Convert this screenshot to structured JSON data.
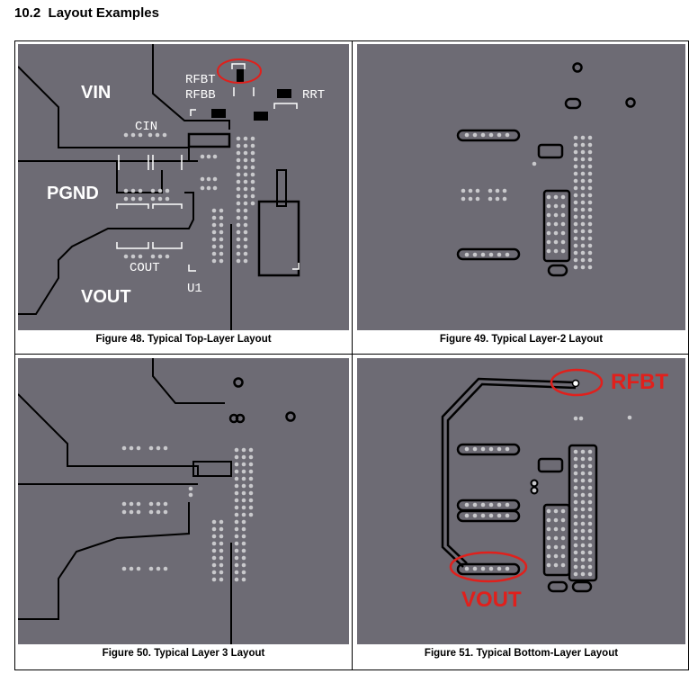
{
  "section": {
    "number": "10.2",
    "title": "Layout Examples"
  },
  "figures": [
    {
      "caption": "Figure 48. Typical Top-Layer Layout",
      "labels": {
        "vin": "VIN",
        "pgnd": "PGND",
        "vout": "VOUT",
        "cin": "CIN",
        "cout": "COUT",
        "u1": "U1",
        "rfbt": "RFBT",
        "rfbb": "RFBB",
        "rrt": "RRT"
      }
    },
    {
      "caption": "Figure 49. Typical Layer-2 Layout"
    },
    {
      "caption": "Figure 50. Typical Layer 3 Layout"
    },
    {
      "caption": "Figure 51. Typical Bottom-Layer Layout",
      "labels": {
        "rfbt": "RFBT",
        "vout": "VOUT"
      }
    }
  ],
  "colors": {
    "board": "#6d6b74",
    "highlight": "#e0201c",
    "silkscreen": "#ffffff",
    "via": "#c9c9cc"
  }
}
